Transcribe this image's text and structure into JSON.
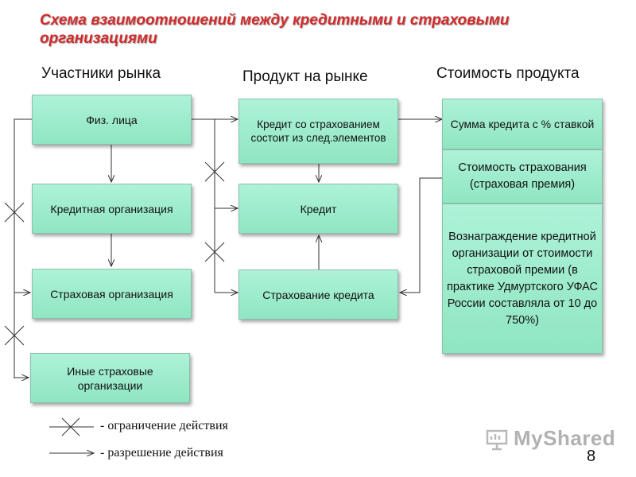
{
  "title": "Схема взаимоотношений между кредитными и страховыми организациями",
  "columns": {
    "participants": "Участники рынка",
    "product": "Продукт на рынке",
    "cost": "Стоимость продукта"
  },
  "participants": [
    "Физ. лица",
    "Кредитная организация",
    "Страховая организация",
    "Иные страховые организации"
  ],
  "products": [
    "Кредит со страхованием состоит из след.элементов",
    "Кредит",
    "Страхование кредита"
  ],
  "costs": [
    "Сумма кредита с % ставкой",
    "Стоимость страхования (страховая премия)",
    "Вознаграждение кредитной организации от стоимости страховой премии (в практике Удмуртского УФАС России составляла от 10 до 750%)"
  ],
  "legend": {
    "restriction": "- ограничение действия",
    "permission": "- разрешение действия"
  },
  "watermark": "MyShared",
  "page_number": "8",
  "colors": {
    "title": "#d22b2b",
    "box_fill": "#9eedcf",
    "line": "#333333"
  }
}
